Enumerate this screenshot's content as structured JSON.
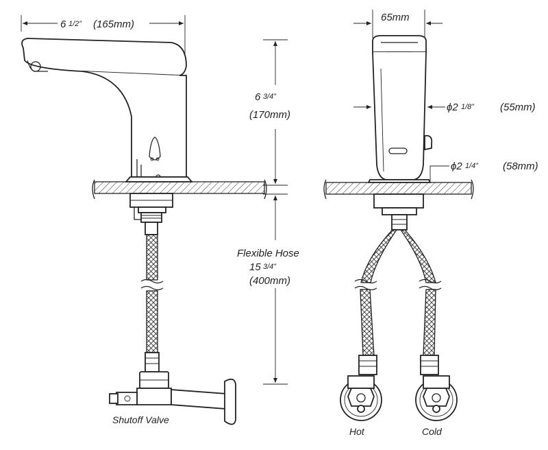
{
  "dimensions": {
    "spout_length": {
      "whole": "6",
      "frac": "1/2”",
      "metric": "(165mm)"
    },
    "height": {
      "whole": "6",
      "frac": "3/4”",
      "metric": "(170mm)"
    },
    "width": {
      "text": "65mm"
    },
    "body_diameter": {
      "symbol": "ϕ2",
      "frac": "1/8”",
      "metric": "(55mm)"
    },
    "base_diameter": {
      "symbol": "ϕ2",
      "frac": "1/4”",
      "metric": "(58mm)"
    },
    "hose": {
      "title": "Flexible Hose",
      "whole": "15",
      "frac": "3/4”",
      "metric": "(400mm)"
    }
  },
  "labels": {
    "shutoff_valve": "Shutoff Valve",
    "hot": "Hot",
    "cold": "Cold"
  }
}
